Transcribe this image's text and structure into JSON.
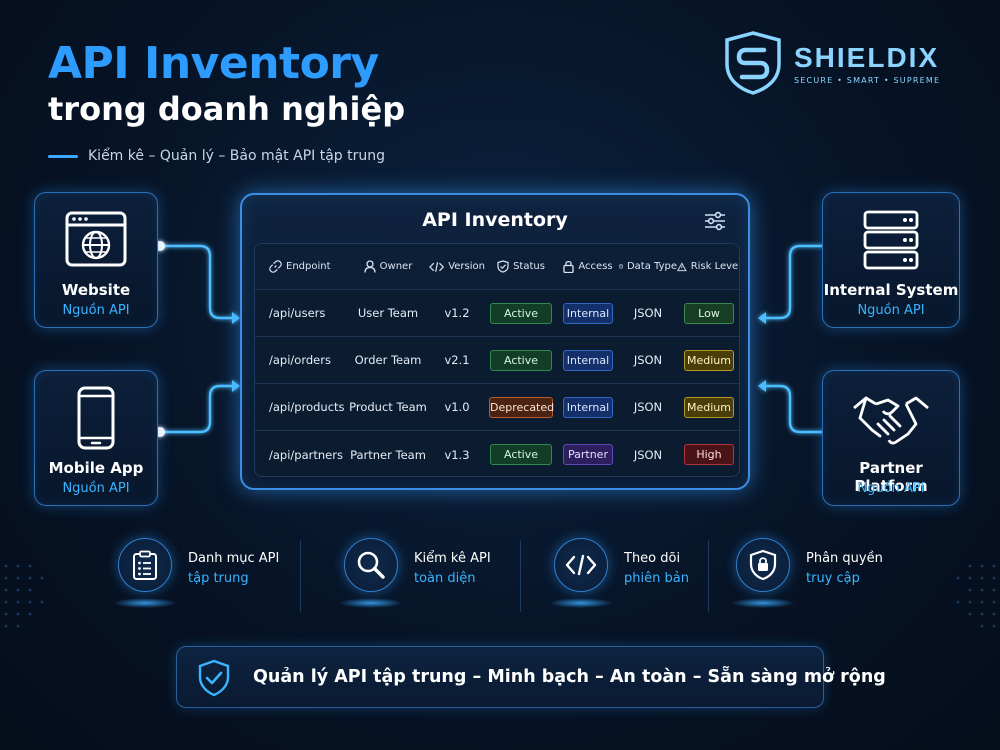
{
  "header": {
    "title_line1": "API Inventory",
    "title_line2": "trong doanh nghiệp",
    "subtitle": "Kiểm kê – Quản lý – Bảo mật API tập trung"
  },
  "logo": {
    "name": "SHIELDIX",
    "tagline": "SECURE • SMART • SUPREME"
  },
  "sources": {
    "left": [
      {
        "name": "Website",
        "sub": "Nguồn API",
        "icon": "browser-globe-icon"
      },
      {
        "name": "Mobile App",
        "sub": "Nguồn API",
        "icon": "smartphone-icon"
      }
    ],
    "right": [
      {
        "name": "Internal System",
        "sub": "Nguồn API",
        "icon": "server-icon"
      },
      {
        "name": "Partner Platform",
        "sub": "Nguồn API",
        "icon": "handshake-icon"
      }
    ]
  },
  "panel": {
    "title": "API Inventory",
    "columns": [
      "Endpoint",
      "Owner",
      "Version",
      "Status",
      "Access",
      "Data Type",
      "Risk Level"
    ],
    "rows": [
      {
        "endpoint": "/api/users",
        "owner": "User Team",
        "version": "v1.2",
        "status": "Active",
        "access": "Internal",
        "data_type": "JSON",
        "risk": "Low"
      },
      {
        "endpoint": "/api/orders",
        "owner": "Order Team",
        "version": "v2.1",
        "status": "Active",
        "access": "Internal",
        "data_type": "JSON",
        "risk": "Medium"
      },
      {
        "endpoint": "/api/products",
        "owner": "Product Team",
        "version": "v1.0",
        "status": "Deprecated",
        "access": "Internal",
        "data_type": "JSON",
        "risk": "Medium"
      },
      {
        "endpoint": "/api/partners",
        "owner": "Partner Team",
        "version": "v1.3",
        "status": "Active",
        "access": "Partner",
        "data_type": "JSON",
        "risk": "High"
      }
    ]
  },
  "features": [
    {
      "line1": "Danh mục API",
      "line2": "tập trung",
      "icon": "clipboard-list-icon"
    },
    {
      "line1": "Kiểm kê API",
      "line2": "toàn diện",
      "icon": "magnifier-icon"
    },
    {
      "line1": "Theo dõi",
      "line2": "phiên bản",
      "icon": "code-icon"
    },
    {
      "line1": "Phân quyền",
      "line2": "truy cập",
      "icon": "shield-lock-icon"
    }
  ],
  "footer": {
    "text": "Quản lý API tập trung – Minh bạch – An toàn – Sẵn sàng mở rộng",
    "icon": "shield-check-icon"
  },
  "colors": {
    "accent": "#2e9bff",
    "background": "#071427",
    "active": "#2f8a52",
    "deprecated": "#b85a2a",
    "internal": "#3565c2",
    "partner": "#6148b8",
    "low": "#3a8a4f",
    "medium": "#b59a22",
    "high": "#b0343a"
  }
}
